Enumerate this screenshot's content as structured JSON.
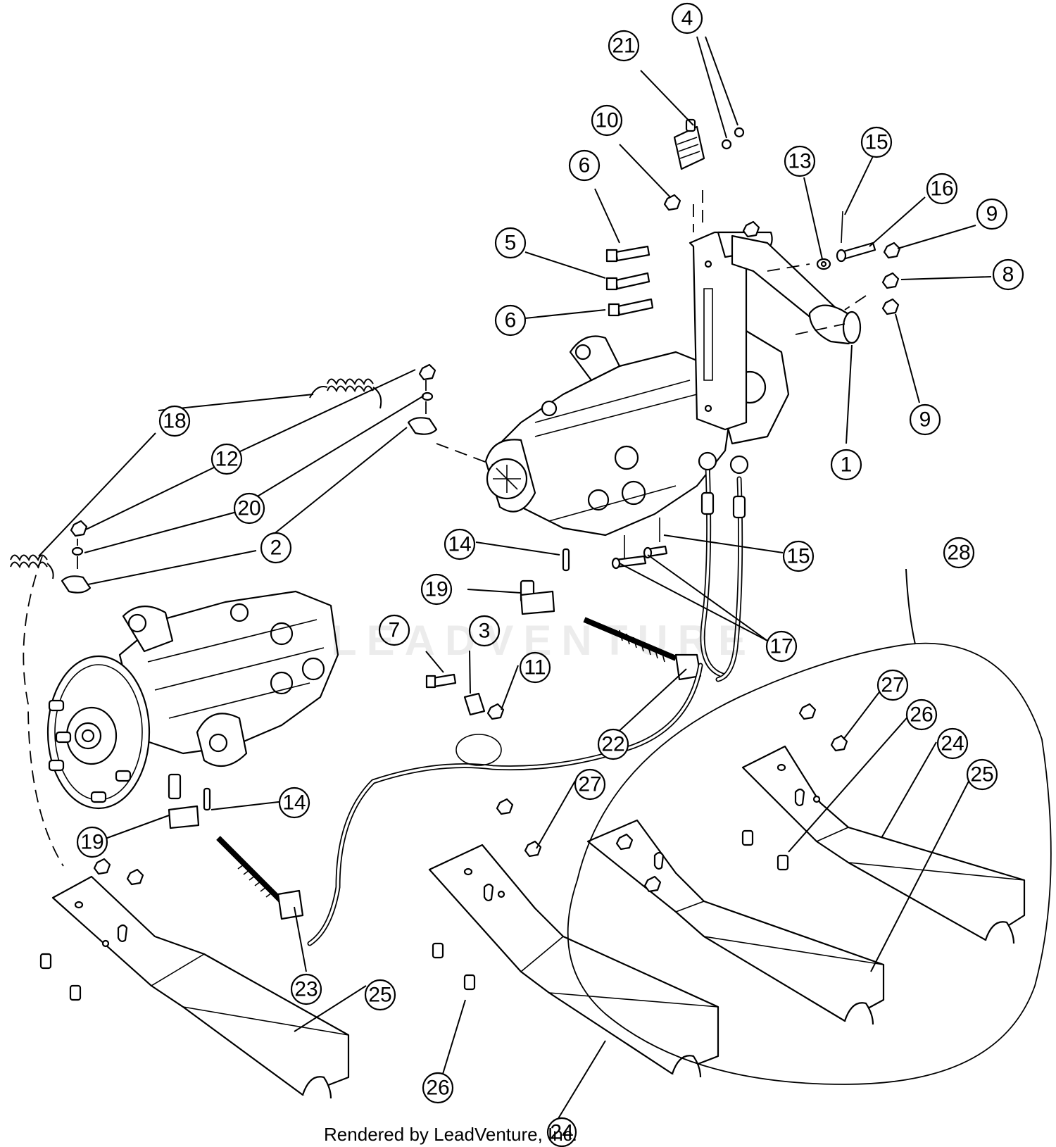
{
  "watermark": "LEADVENTURE",
  "credit": "Rendered by LeadVenture, Inc.",
  "callouts": [
    {
      "id": "c4",
      "label": "4"
    },
    {
      "id": "c21",
      "label": "21"
    },
    {
      "id": "c10",
      "label": "10"
    },
    {
      "id": "c6a",
      "label": "6"
    },
    {
      "id": "c13",
      "label": "13"
    },
    {
      "id": "c15a",
      "label": "15"
    },
    {
      "id": "c16",
      "label": "16"
    },
    {
      "id": "c9a",
      "label": "9"
    },
    {
      "id": "c5",
      "label": "5"
    },
    {
      "id": "c8",
      "label": "8"
    },
    {
      "id": "c6b",
      "label": "6"
    },
    {
      "id": "c9b",
      "label": "9"
    },
    {
      "id": "c18",
      "label": "18"
    },
    {
      "id": "c12",
      "label": "12"
    },
    {
      "id": "c1",
      "label": "1"
    },
    {
      "id": "c20",
      "label": "20"
    },
    {
      "id": "c2",
      "label": "2"
    },
    {
      "id": "c14a",
      "label": "14"
    },
    {
      "id": "c15b",
      "label": "15"
    },
    {
      "id": "c28",
      "label": "28"
    },
    {
      "id": "c19a",
      "label": "19"
    },
    {
      "id": "c7",
      "label": "7"
    },
    {
      "id": "c3",
      "label": "3"
    },
    {
      "id": "c17",
      "label": "17"
    },
    {
      "id": "c11",
      "label": "11"
    },
    {
      "id": "c27a",
      "label": "27"
    },
    {
      "id": "c26a",
      "label": "26"
    },
    {
      "id": "c22",
      "label": "22"
    },
    {
      "id": "c24a",
      "label": "24"
    },
    {
      "id": "c25a",
      "label": "25"
    },
    {
      "id": "c27b",
      "label": "27"
    },
    {
      "id": "c14b",
      "label": "14"
    },
    {
      "id": "c19b",
      "label": "19"
    },
    {
      "id": "c23",
      "label": "23"
    },
    {
      "id": "c25b",
      "label": "25"
    },
    {
      "id": "c26b",
      "label": "26"
    },
    {
      "id": "c24b",
      "label": "24"
    }
  ]
}
